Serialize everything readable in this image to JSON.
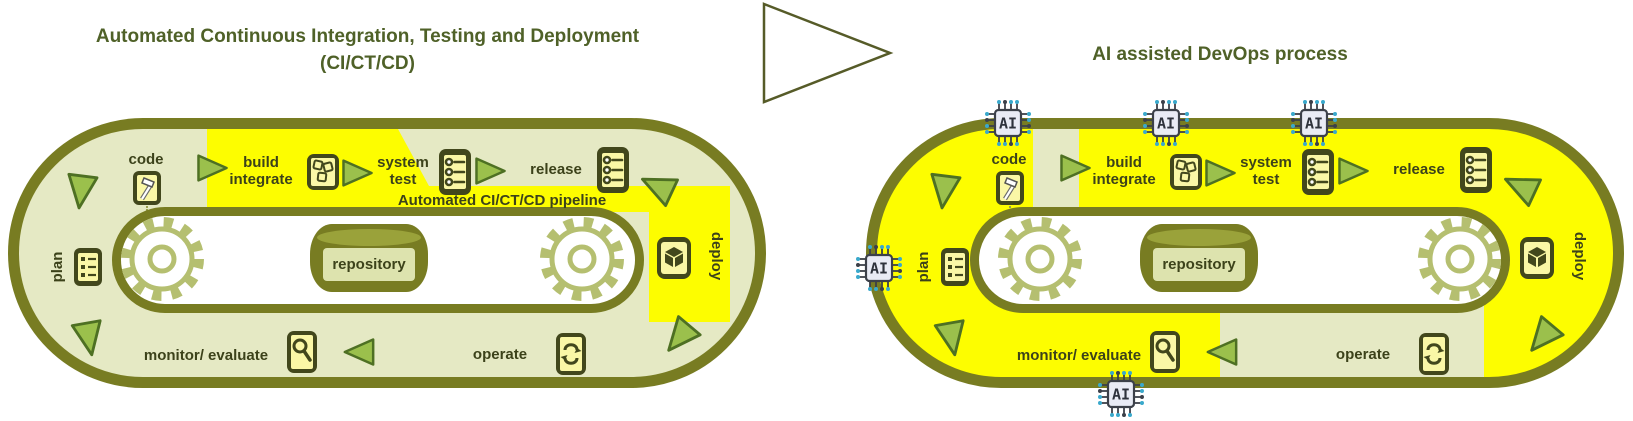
{
  "left_diagram": {
    "title_line1": "Automated Continuous Integration, Testing and Deployment",
    "title_line2": "(CI/CT/CD)",
    "pipeline_banner": "Automated CI/CT/CD pipeline",
    "repository_label": "repository",
    "steps": {
      "plan": "plan",
      "code": "code",
      "build_line1": "build",
      "build_line2": "integrate",
      "system_line1": "system",
      "system_line2": "test",
      "release": "release",
      "deploy": "deploy",
      "operate": "operate",
      "monitor": "monitor/ evaluate"
    }
  },
  "right_diagram": {
    "title": "AI assisted DevOps process",
    "repository_label": "repository",
    "ai_chip_label": "AI",
    "steps": {
      "plan": "plan",
      "code": "code",
      "build_line1": "build",
      "build_line2": "integrate",
      "system_line1": "system",
      "system_line2": "test",
      "release": "release",
      "deploy": "deploy",
      "operate": "operate",
      "monitor": "monitor/ evaluate"
    }
  },
  "colors": {
    "olive_border": "#787C22",
    "light_green": "#E5E9C4",
    "highlight_yellow": "#FDFD00",
    "arrow_green": "#9BC04C",
    "arrow_stroke": "#4E7023",
    "title_green": "#4F6128",
    "label_dark": "#3C421A",
    "icon_dark": "#42471C",
    "icon_pale": "#FAF7A6",
    "gear_outline": "#B5BF70",
    "repo_panel": "#DDE3AE",
    "repo_top": "#9AA23A",
    "chip_body": "#E9EBF5",
    "chip_line": "#3C4049",
    "chip_dot": "#3AA9CC"
  }
}
